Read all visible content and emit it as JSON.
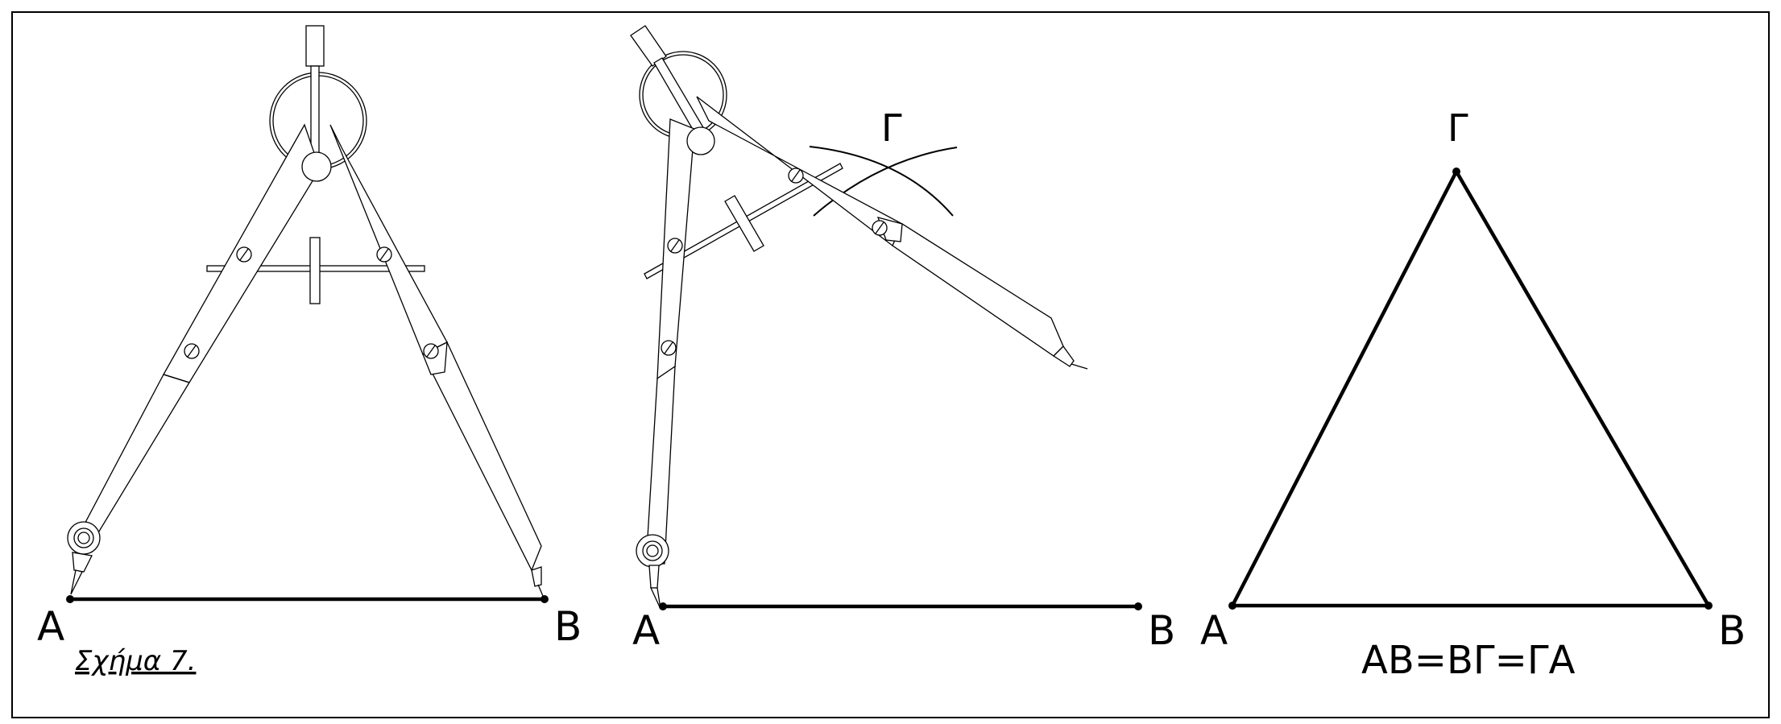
{
  "figure": {
    "caption": "Σχήμα 7.",
    "panels": [
      {
        "id": "panel-1",
        "point_labels": {
          "a": "A",
          "b": "B"
        }
      },
      {
        "id": "panel-2",
        "point_labels": {
          "a": "A",
          "b": "B",
          "c": "Γ"
        }
      },
      {
        "id": "panel-3",
        "point_labels": {
          "a": "A",
          "b": "B",
          "c": "Γ"
        },
        "equation": "AB=BΓ=ΓA"
      }
    ]
  }
}
